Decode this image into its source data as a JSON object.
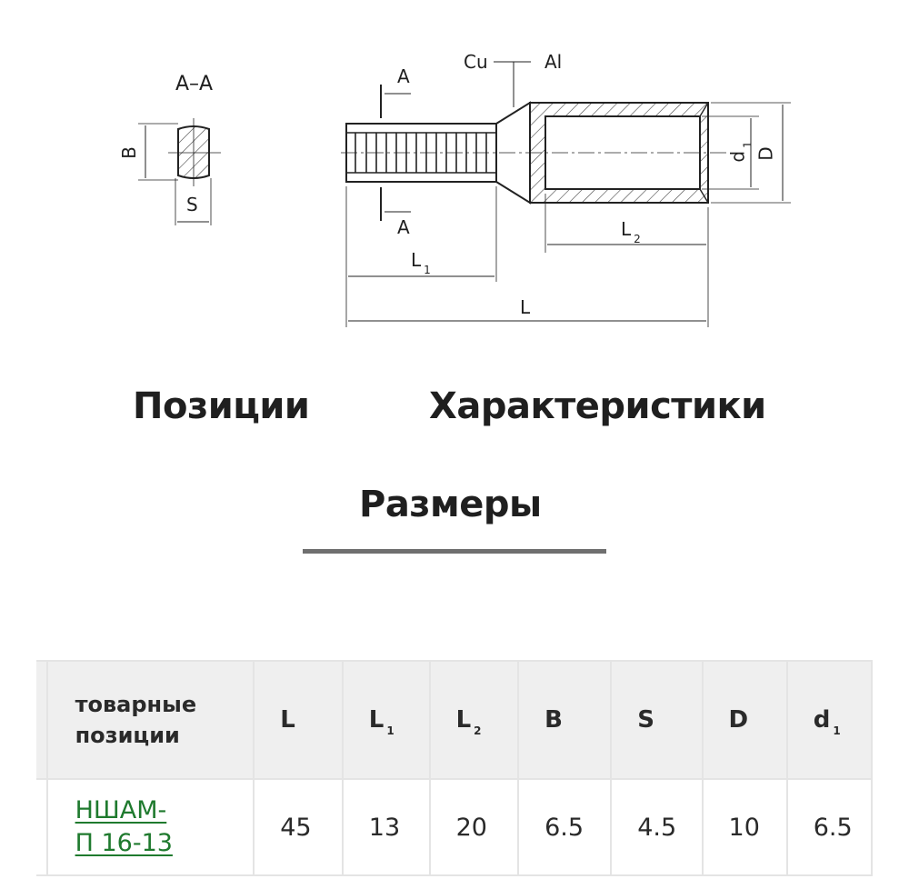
{
  "drawing": {
    "section_title": "A–A",
    "section_labels": {
      "height": "B",
      "width": "S"
    },
    "cut_labels": {
      "top": "A",
      "bottom": "A"
    },
    "material_labels": {
      "left": "Cu",
      "right": "Al"
    },
    "dimension_labels": {
      "L": "L",
      "L1": "L",
      "L1_sub": "1",
      "L2": "L",
      "L2_sub": "2",
      "d1": "d",
      "d1_sub": "1",
      "D": "D"
    }
  },
  "tabs": [
    {
      "label": "Позиции",
      "active": false
    },
    {
      "label": "Характеристики",
      "active": false
    },
    {
      "label": "Размеры",
      "active": true
    }
  ],
  "table": {
    "headers": [
      {
        "label": "товарные позиции",
        "line1": "товарные",
        "line2": "позиции"
      },
      {
        "label": "L",
        "sub": ""
      },
      {
        "label": "L",
        "sub": "1"
      },
      {
        "label": "L",
        "sub": "2"
      },
      {
        "label": "B",
        "sub": ""
      },
      {
        "label": "S",
        "sub": ""
      },
      {
        "label": "D",
        "sub": ""
      },
      {
        "label": "d",
        "sub": "1"
      }
    ],
    "rows": [
      {
        "name_line1": "НШАМ-",
        "name_line2": "П 16-13",
        "name": "НШАМ-П 16-13",
        "values": [
          "45",
          "13",
          "20",
          "6.5",
          "4.5",
          "10",
          "6.5"
        ]
      }
    ],
    "colors": {
      "link": "#1f7a2e",
      "header_bg": "#efefef",
      "border": "#e4e4e4"
    }
  }
}
